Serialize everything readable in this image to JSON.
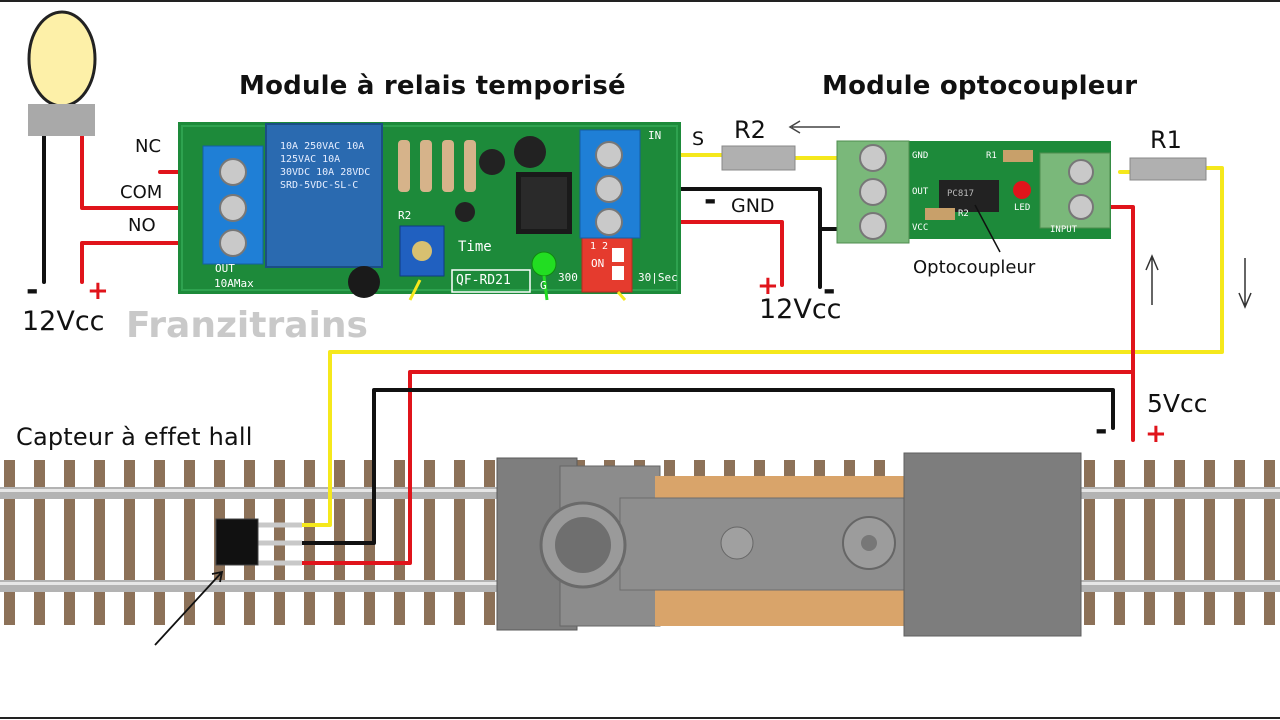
{
  "titles": {
    "relay_module": "Module à relais temporisé",
    "opto_module": "Module optocoupleur",
    "hall_sensor": "Capteur à effet hall"
  },
  "relay_terminals": {
    "nc": "NC",
    "com": "COM",
    "no": "NO"
  },
  "resistors": {
    "r2": "R2",
    "r1": "R1"
  },
  "signals": {
    "s": "S",
    "gnd": "GND"
  },
  "voltages": {
    "lamp_supply": "12Vcc",
    "relay_supply": "12Vcc",
    "sensor_supply": "5Vcc"
  },
  "polarity": {
    "minus": "-",
    "plus": "+"
  },
  "components": {
    "optocoupler": "Optocoupleur"
  },
  "watermark": "Franzitrains",
  "relay_pcb": {
    "relay_text": "10A 250VAC  10A 125VAC  10A 30VDC  10A 28VDC  SRD-5VDC-SL-C",
    "model": "QF-RD21",
    "time_label": "Time",
    "out_label": "OUT",
    "rating": "10AMax",
    "r2_silk": "R2",
    "switch_on": "ON",
    "switch_nums": "1 2",
    "range_300": "300",
    "range_30": "30|Sec",
    "in_label": "IN",
    "g_label": "G"
  },
  "opto_pcb": {
    "gnd": "GND",
    "out": "OUT",
    "vcc": "VCC",
    "r1": "R1",
    "r2": "R2",
    "led": "LED",
    "input": "INPUT",
    "chip": "PC817"
  },
  "colors": {
    "wire_red": "#e0141b",
    "wire_black": "#111111",
    "wire_yellow": "#f5e81c",
    "pcb_green": "#1d8a3a",
    "terminal_blue": "#1f7fd6",
    "terminal_green": "#7ab87a",
    "relay_blue": "#2a6ab0",
    "tie_brown": "#8c7158",
    "rail_grey": "#a8a8a8",
    "loco_grey": "#8a8a8a",
    "loco_wood": "#d9a46a",
    "bulb_yellow": "#fdf0a8"
  },
  "icons": [
    "light-bulb-icon",
    "relay-module",
    "optocoupler-module",
    "resistor-r2",
    "resistor-r1",
    "hall-sensor",
    "locomotive",
    "track"
  ]
}
